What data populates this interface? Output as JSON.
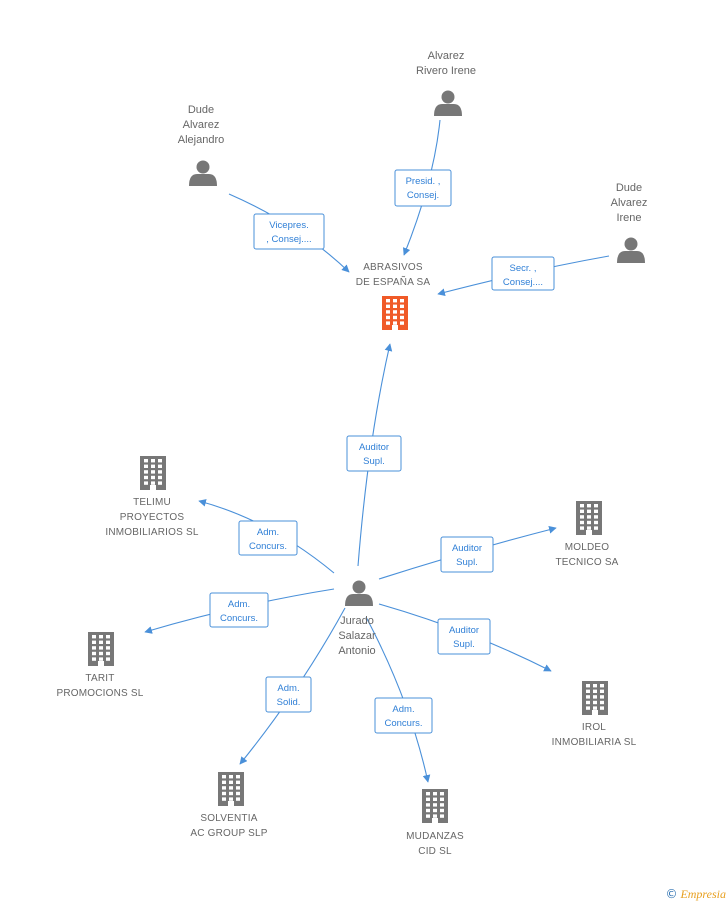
{
  "colors": {
    "edge": "#4a90d9",
    "edge_text": "#2f7fd6",
    "node": "#777777",
    "focus": "#f05a28"
  },
  "nodes": [
    {
      "id": "abrasivos",
      "type": "company",
      "focus": true,
      "lines": [
        "ABRASIVOS",
        "DE ESPAÑA SA"
      ]
    },
    {
      "id": "alvarez_rivero",
      "type": "person",
      "lines": [
        "Alvarez",
        "Rivero Irene"
      ]
    },
    {
      "id": "dude_alejandro",
      "type": "person",
      "lines": [
        "Dude",
        "Alvarez",
        "Alejandro"
      ]
    },
    {
      "id": "dude_irene",
      "type": "person",
      "lines": [
        "Dude",
        "Alvarez",
        "Irene"
      ]
    },
    {
      "id": "jurado",
      "type": "person",
      "lines": [
        "Jurado",
        "Salazar",
        "Antonio"
      ]
    },
    {
      "id": "telimu",
      "type": "company",
      "lines": [
        "TELIMU",
        "PROYECTOS",
        "INMOBILIARIOS SL"
      ]
    },
    {
      "id": "moldeo",
      "type": "company",
      "lines": [
        "MOLDEO",
        "TECNICO SA"
      ]
    },
    {
      "id": "tarit",
      "type": "company",
      "lines": [
        "TARIT",
        "PROMOCIONS SL"
      ]
    },
    {
      "id": "irol",
      "type": "company",
      "lines": [
        "IROL",
        "INMOBILIARIA SL"
      ]
    },
    {
      "id": "solventia",
      "type": "company",
      "lines": [
        "SOLVENTIA",
        "AC GROUP SLP"
      ]
    },
    {
      "id": "mudanzas",
      "type": "company",
      "lines": [
        "MUDANZAS",
        "CID  SL"
      ]
    }
  ],
  "edges": [
    {
      "from": "alvarez_rivero",
      "to": "abrasivos",
      "label": [
        "Presid. ,",
        "Consej."
      ]
    },
    {
      "from": "dude_alejandro",
      "to": "abrasivos",
      "label": [
        "Vicepres.",
        ", Consej...."
      ]
    },
    {
      "from": "dude_irene",
      "to": "abrasivos",
      "label": [
        "Secr. ,",
        "Consej...."
      ]
    },
    {
      "from": "jurado",
      "to": "abrasivos",
      "label": [
        "Auditor",
        "Supl."
      ]
    },
    {
      "from": "jurado",
      "to": "telimu",
      "label": [
        "Adm.",
        "Concurs."
      ]
    },
    {
      "from": "jurado",
      "to": "moldeo",
      "label": [
        "Auditor",
        "Supl."
      ]
    },
    {
      "from": "jurado",
      "to": "tarit",
      "label": [
        "Adm.",
        "Concurs."
      ]
    },
    {
      "from": "jurado",
      "to": "irol",
      "label": [
        "Auditor",
        "Supl."
      ]
    },
    {
      "from": "jurado",
      "to": "solventia",
      "label": [
        "Adm.",
        "Solid."
      ]
    },
    {
      "from": "jurado",
      "to": "mudanzas",
      "label": [
        "Adm.",
        "Concurs."
      ]
    }
  ],
  "footer": {
    "copyright_symbol": "©",
    "brand": "Empresia"
  }
}
